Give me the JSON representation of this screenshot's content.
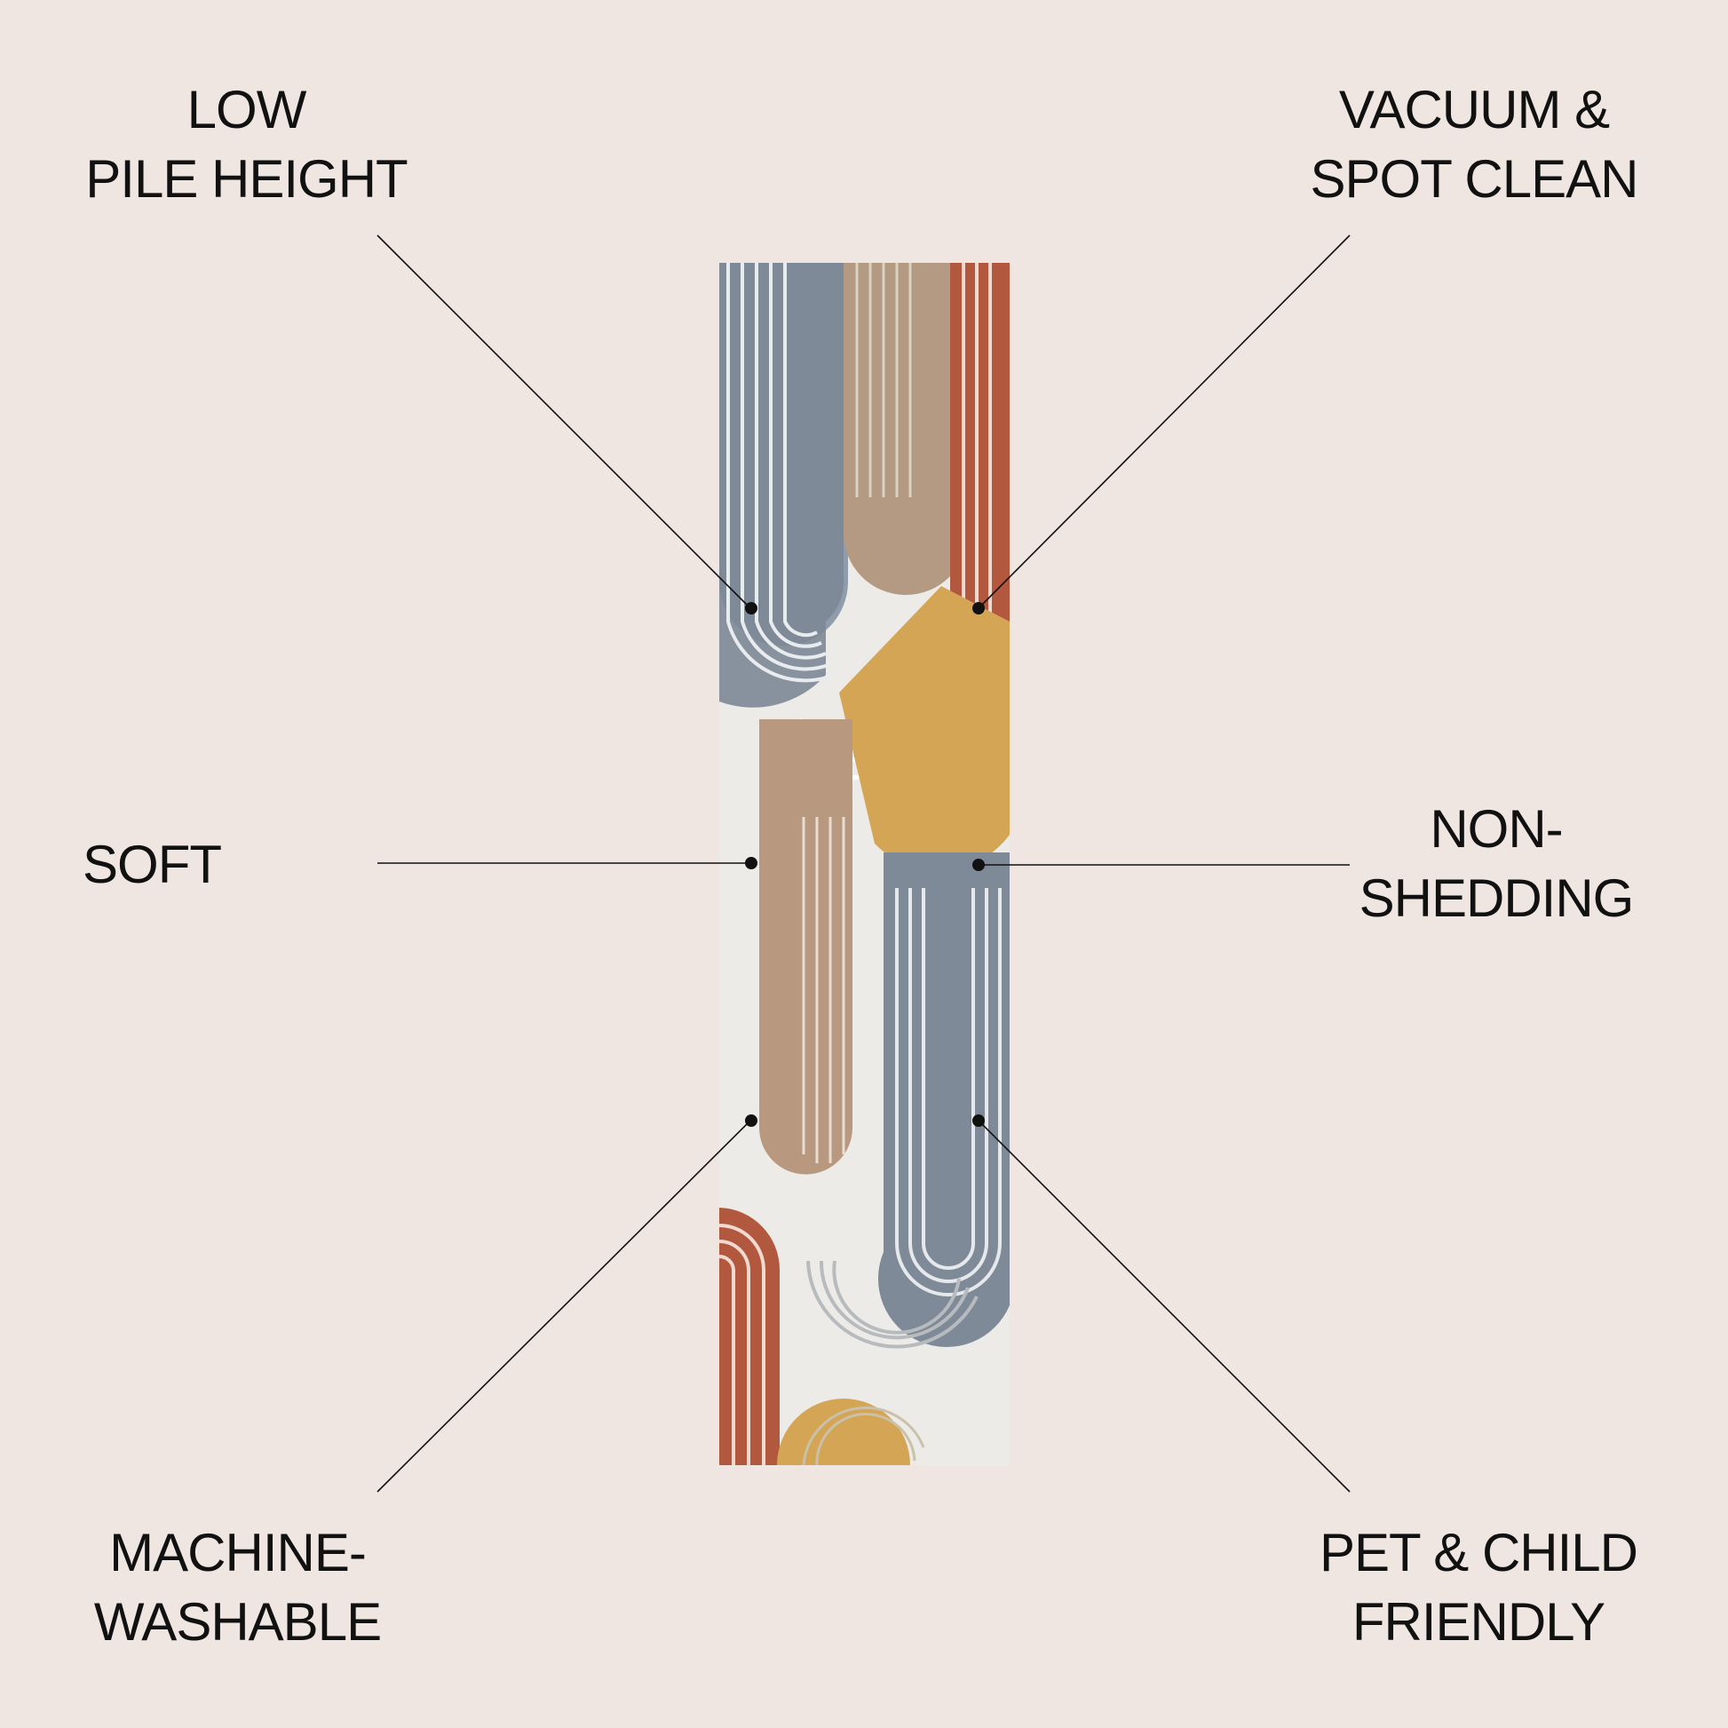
{
  "features": {
    "low_pile": {
      "line1": "LOW",
      "line2": "PILE HEIGHT"
    },
    "vacuum": {
      "line1": "VACUUM &",
      "line2": "SPOT CLEAN"
    },
    "soft": {
      "line1": "SOFT"
    },
    "non_shedding": {
      "line1": "NON-",
      "line2": "SHEDDING"
    },
    "machine_washable": {
      "line1": "MACHINE-",
      "line2": "WASHABLE"
    },
    "pet_child": {
      "line1": "PET & CHILD",
      "line2": "FRIENDLY"
    }
  },
  "colors": {
    "background": "#efe6e1",
    "text": "#111111",
    "rug_cream": "#ecebe7",
    "rug_blue": "#7f8a99",
    "rug_tan": "#b8987e",
    "rug_rust": "#b2583f",
    "rug_mustard": "#d4a555"
  }
}
